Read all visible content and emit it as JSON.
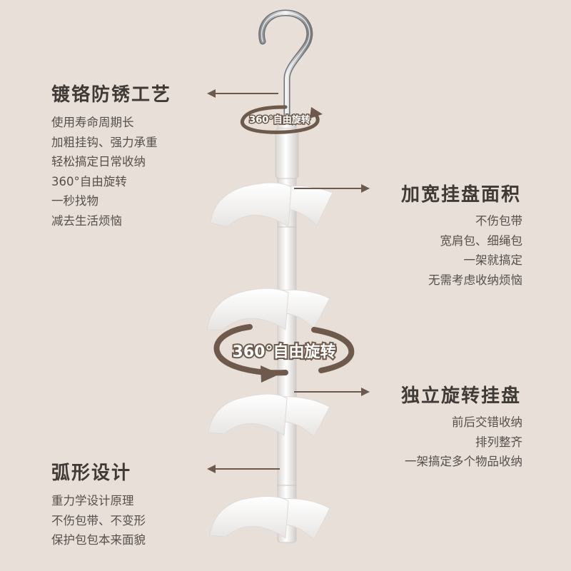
{
  "features": [
    {
      "title": "镀铬防锈工艺",
      "items": [
        "使用寿命周期长",
        "加粗挂钩、强力承重",
        "轻松搞定日常收纳",
        "360°自由旋转",
        "一秒找物",
        "减去生活烦恼"
      ]
    },
    {
      "title": "加宽挂盘面积",
      "items": [
        "不伤包带",
        "宽肩包、细绳包",
        "一架就搞定",
        "无需考虑收纳烦恼"
      ]
    },
    {
      "title": "独立旋转挂盘",
      "items": [
        "前后交错收纳",
        "排列整齐",
        "一架搞定多个物品收纳"
      ]
    },
    {
      "title": "弧形设计",
      "items": [
        "重力学设计原理",
        "不伤包带、不变形",
        "保护包包本来面貌"
      ]
    }
  ],
  "rotation_labels": {
    "small": "360°自由旋转",
    "large": "360°自由旋转"
  },
  "colors": {
    "background": "#e9dfd9",
    "title": "#3f3a36",
    "text": "#55504c",
    "arrow": "#6e5a4c",
    "plastic": "#fbfbfb"
  }
}
